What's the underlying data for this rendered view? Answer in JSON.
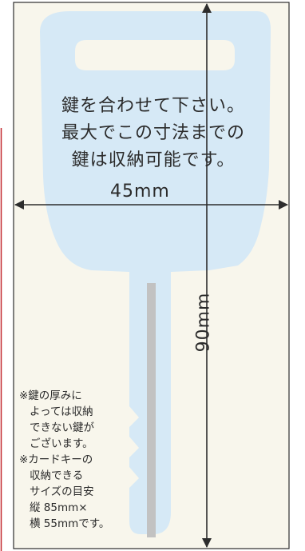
{
  "instruction": {
    "line1": "鍵を合わせて下さい。",
    "line2": "最大でこの寸法までの",
    "line3": "鍵は収納可能です。"
  },
  "dimensions": {
    "width_label": "45mm",
    "height_label": "90mm"
  },
  "note": {
    "line1": "※鍵の厚みに",
    "line2": "よっては収納",
    "line3": "できない鍵が",
    "line4": "ございます。",
    "line5": "※カードキーの",
    "line6": "収納できる",
    "line7": "サイズの目安",
    "line8": "縦 85mm×",
    "line9": "横 55mmです。"
  },
  "colors": {
    "background": "#f8f6ec",
    "key_fill": "#d6e9f6",
    "key_slot": "#f8f6ec",
    "blade_groove": "#c2c2c2",
    "frame_line": "#2d2d2d",
    "accent_edge": "#c1272d"
  }
}
